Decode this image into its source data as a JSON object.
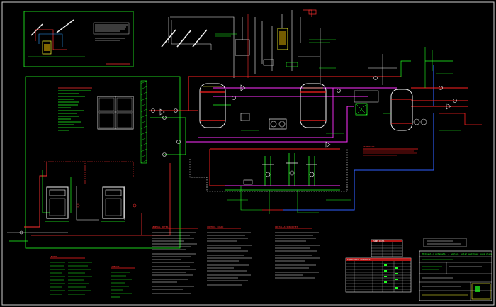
{
  "drawing": {
    "title": "Hydraulic schematic — boiler, solar and heat pump plant"
  },
  "notes": {
    "legend_left": "LEGEND",
    "legend_mid": "SYMBOLS",
    "notes_1": "GENERAL NOTES",
    "notes_2": "CONTROL LOGIC",
    "notes_3": "INSTALLATION NOTES",
    "warning": "ATTENTION",
    "table_title": "EQUIPMENT SCHEDULE",
    "small_table_title": "PUMP DATA"
  },
  "titleblock": {
    "project": "",
    "sheet": ""
  },
  "colors": {
    "background": "#000000",
    "frame": "#ffffff",
    "green": "#22ff22",
    "red": "#ff2020",
    "magenta": "#ff30ff",
    "blue": "#3060ff",
    "yellow": "#ffff30",
    "cyan": "#30e0ff"
  }
}
